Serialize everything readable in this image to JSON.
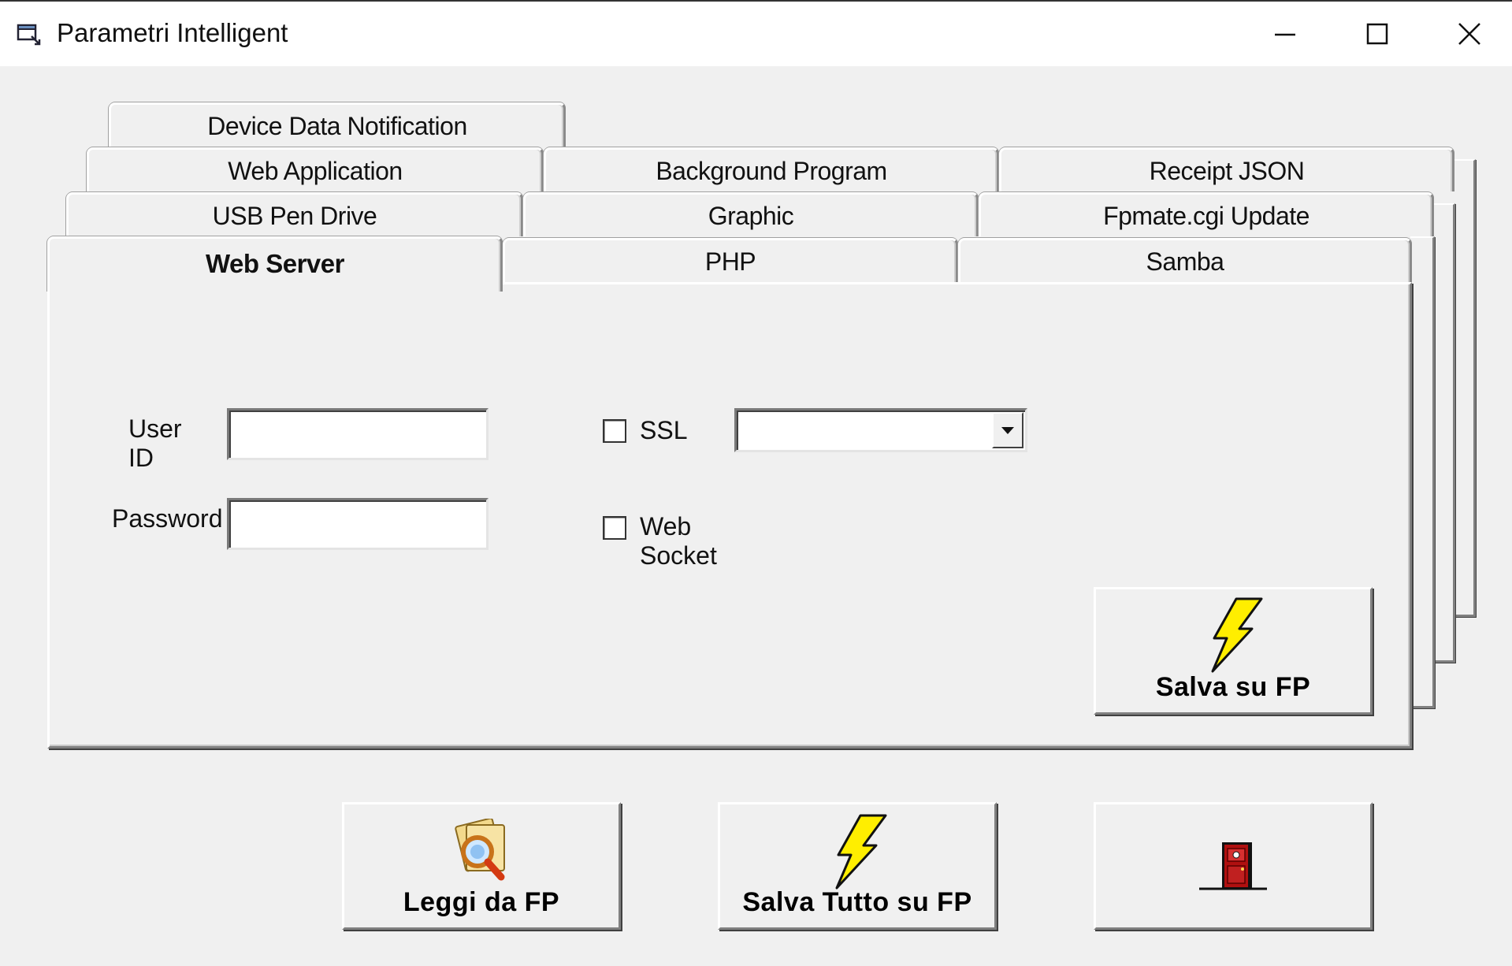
{
  "window": {
    "title": "Parametri Intelligent"
  },
  "tabs": {
    "row4": [
      "Device Data Notification"
    ],
    "row3": [
      "Web Application",
      "Background Program",
      "Receipt JSON"
    ],
    "row2": [
      "USB Pen Drive",
      "Graphic",
      "Fpmate.cgi Update"
    ],
    "row1": [
      "Web Server",
      "PHP",
      "Samba"
    ],
    "active": "Web Server"
  },
  "web_server": {
    "user_id_label": "User ID",
    "user_id_value": "",
    "password_label": "Password",
    "password_value": "",
    "ssl_label": "SSL",
    "ssl_checked": false,
    "ssl_option_selected": "",
    "websocket_label": "Web Socket",
    "websocket_checked": false,
    "save_button_label": "Salva su FP"
  },
  "footer": {
    "read_button_label": "Leggi da FP",
    "save_all_button_label": "Salva Tutto su FP",
    "exit_button_label": ""
  },
  "icons": {
    "app": "app-window-icon",
    "minimize": "minimize-icon",
    "maximize": "maximize-icon",
    "close": "close-icon",
    "lightning": "lightning-bolt-icon",
    "magnifier": "magnifier-documents-icon",
    "exit": "exit-door-icon"
  },
  "colors": {
    "lightning_fill": "#ffee00",
    "exit_door": "#b01010"
  }
}
